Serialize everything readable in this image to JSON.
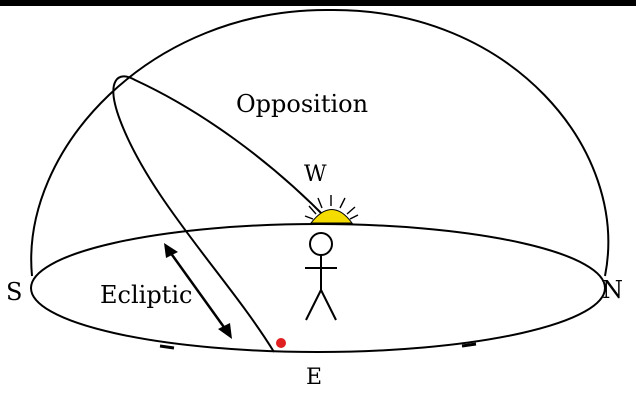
{
  "labels": {
    "opposition": "Opposition",
    "west": "W",
    "ecliptic": "Ecliptic",
    "south": "S",
    "north": "N",
    "east": "E"
  },
  "colors": {
    "line": "#000000",
    "sun": "#f5dc00",
    "planet": "#e02020",
    "background": "#ffffff"
  }
}
